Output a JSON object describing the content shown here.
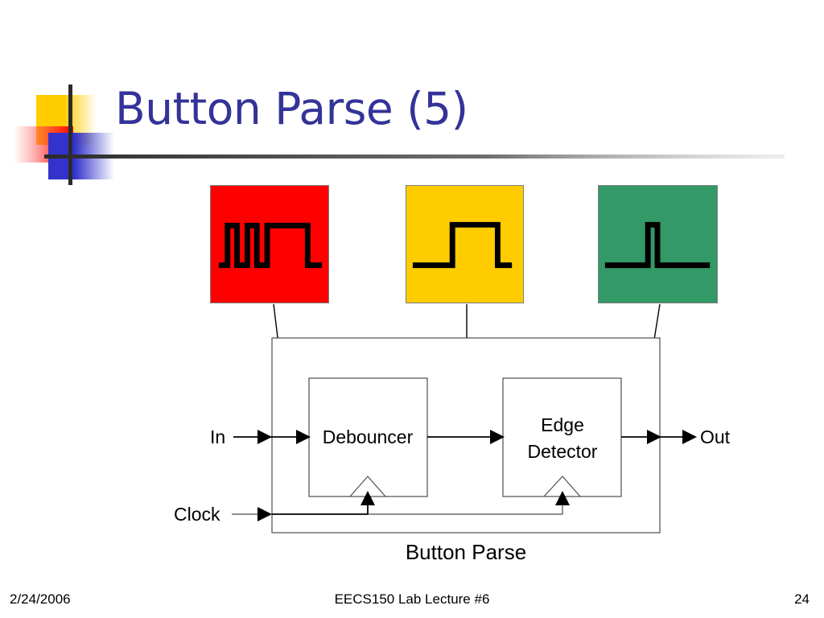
{
  "slide": {
    "title": "Button Parse (5)",
    "title_color": "#333399"
  },
  "decoration": {
    "squares": [
      {
        "name": "yellow-square",
        "color": "#FFCC00"
      },
      {
        "name": "red-square",
        "color": "#FF0000"
      },
      {
        "name": "blue-square",
        "color": "#3333CC"
      }
    ],
    "rule_color": "#333333"
  },
  "waveform_cards": [
    {
      "name": "bouncy-input-waveform",
      "background": "#FF0000",
      "signal": "bouncing button input",
      "description": "Low, three narrow pulses, then a wide high, then low"
    },
    {
      "name": "debounced-waveform",
      "background": "#FFCC00",
      "signal": "debounced single pulse",
      "description": "Low, rising edge, wide high level, falling edge, low"
    },
    {
      "name": "edge-detected-waveform",
      "background": "#339966",
      "signal": "single-cycle edge pulse",
      "description": "Low with one narrow spike"
    }
  ],
  "diagram": {
    "caption": "Button Parse",
    "blocks": [
      {
        "name": "debouncer-block",
        "label": "Debouncer",
        "label_lines": [
          "Debouncer"
        ]
      },
      {
        "name": "edge-detector-block",
        "label": "Edge Detector",
        "label_lines": [
          "Edge",
          "Detector"
        ]
      }
    ],
    "ports": [
      {
        "name": "in-port",
        "label": "In"
      },
      {
        "name": "clock-port",
        "label": "Clock"
      },
      {
        "name": "out-port",
        "label": "Out"
      }
    ]
  },
  "footer": {
    "date": "2/24/2006",
    "center": "EECS150 Lab Lecture #6",
    "page": "24"
  }
}
